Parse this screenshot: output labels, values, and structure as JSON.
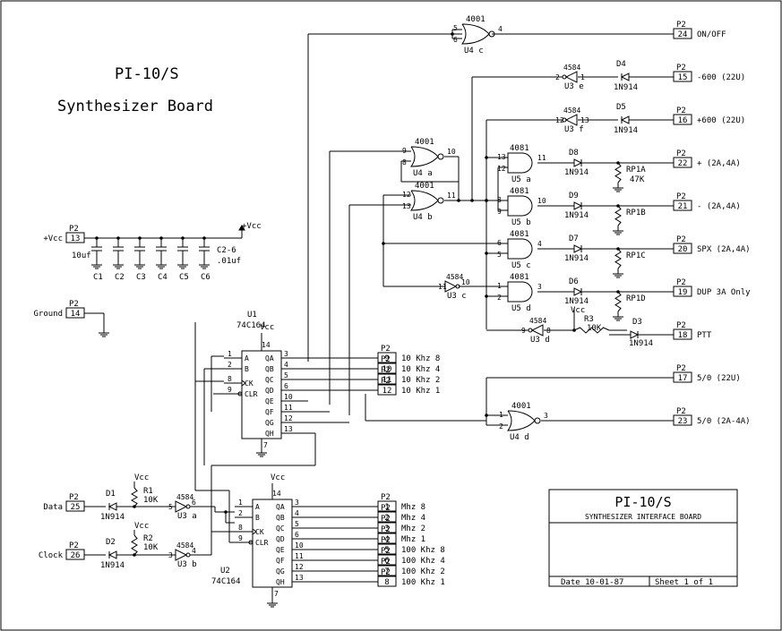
{
  "title": {
    "line1": "PI-10/S",
    "line2": "Synthesizer Board"
  },
  "title_block": {
    "name": "PI-10/S",
    "subtitle": "SYNTHESIZER INTERFACE BOARD",
    "date": "Date 10-01-87",
    "sheet": "Sheet 1 of 1"
  },
  "connector": "P2",
  "top_outputs": [
    {
      "pin": "24",
      "label": "ON/OFF"
    },
    {
      "pin": "15",
      "label": "-600 (22U)"
    },
    {
      "pin": "16",
      "label": "+600 (22U)"
    },
    {
      "pin": "22",
      "label": "+ (2A,4A)"
    },
    {
      "pin": "21",
      "label": "- (2A,4A)"
    },
    {
      "pin": "20",
      "label": "SPX (2A,4A)"
    },
    {
      "pin": "19",
      "label": "DUP 3A Only"
    },
    {
      "pin": "18",
      "label": "PTT"
    },
    {
      "pin": "17",
      "label": "5/0 (22U)"
    },
    {
      "pin": "23",
      "label": "5/0 (2A-4A)"
    }
  ],
  "u1_outputs": [
    {
      "pin": "9",
      "label": "10 Khz 8"
    },
    {
      "pin": "10",
      "label": "10 Khz 4"
    },
    {
      "pin": "11",
      "label": "10 Khz 2"
    },
    {
      "pin": "12",
      "label": "10 Khz 1"
    }
  ],
  "u2_outputs": [
    {
      "pin": "1",
      "label": "Mhz 8"
    },
    {
      "pin": "2",
      "label": "Mhz 4"
    },
    {
      "pin": "3",
      "label": "Mhz 2"
    },
    {
      "pin": "4",
      "label": "Mhz 1"
    },
    {
      "pin": "5",
      "label": "100 Khz 8"
    },
    {
      "pin": "6",
      "label": "100 Khz 4"
    },
    {
      "pin": "7",
      "label": "100 Khz 2"
    },
    {
      "pin": "8",
      "label": "100 Khz 1"
    }
  ],
  "inputs": [
    {
      "pin": "25",
      "label": "Data"
    },
    {
      "pin": "26",
      "label": "Clock"
    }
  ],
  "power": {
    "pin": "13",
    "label": "+Vcc",
    "vcc": "Vcc",
    "vcc_right": "+Vcc",
    "c1": "10uf",
    "c26": "C2-6",
    "c26v": ".01uf"
  },
  "ground": {
    "pin": "14",
    "label": "Ground"
  },
  "caps": [
    "C1",
    "C2",
    "C3",
    "C4",
    "C5",
    "C6"
  ],
  "u1": {
    "name": "U1",
    "part": "74C164"
  },
  "u2": {
    "name": "U2",
    "part": "74C164"
  },
  "shift_pins_left": [
    "A",
    "B",
    "CK",
    "CLR"
  ],
  "shift_pins_right": [
    "QA",
    "QB",
    "QC",
    "QD",
    "QE",
    "QF",
    "QG",
    "QH"
  ],
  "shift_numbers_left": [
    "1",
    "2",
    "8",
    "9"
  ],
  "shift_numbers_right": [
    "3",
    "4",
    "5",
    "6",
    "10",
    "11",
    "12",
    "13"
  ],
  "pin14": "14",
  "pin7": "7",
  "gates": {
    "u4c": {
      "name": "U4 c",
      "part": "4001",
      "in1": "5",
      "in2": "6",
      "out": "4"
    },
    "u3e": {
      "name": "U3 e",
      "part": "4584",
      "in": "1",
      "out": "2"
    },
    "u3f": {
      "name": "U3 f",
      "part": "4584",
      "in": "13",
      "out": "12"
    },
    "u4a": {
      "name": "U4 a",
      "part": "4001",
      "in1": "9",
      "in2": "8",
      "out": "10"
    },
    "u4b": {
      "name": "U4 b",
      "part": "4001",
      "in1": "12",
      "in2": "13",
      "out": "11"
    },
    "u5a": {
      "name": "U5 a",
      "part": "4081",
      "in1": "13",
      "in2": "12",
      "out": "11"
    },
    "u5b": {
      "name": "U5 b",
      "part": "4081",
      "in1": "8",
      "in2": "9",
      "out": "10"
    },
    "u5c": {
      "name": "U5 c",
      "part": "4081",
      "in1": "6",
      "in2": "5",
      "out": "4"
    },
    "u5d": {
      "name": "U5 d",
      "part": "4081",
      "in1": "1",
      "in2": "2",
      "out": "3"
    },
    "u3c": {
      "name": "U3 c",
      "part": "4584",
      "in": "11",
      "out": "10"
    },
    "u3d": {
      "name": "U3 d",
      "part": "4584",
      "in": "8",
      "out": "9"
    },
    "u4d": {
      "name": "U4 d",
      "part": "4001",
      "in1": "1",
      "in2": "2",
      "out": "3"
    },
    "u3a": {
      "name": "U3 a",
      "part": "4584",
      "in": "5",
      "out": "6"
    },
    "u3b": {
      "name": "U3 b",
      "part": "4584",
      "in": "3",
      "out": "4"
    }
  },
  "diodes": [
    {
      "name": "D4",
      "part": "1N914"
    },
    {
      "name": "D5",
      "part": "1N914"
    },
    {
      "name": "D8",
      "part": "1N914"
    },
    {
      "name": "D9",
      "part": "1N914"
    },
    {
      "name": "D7",
      "part": "1N914"
    },
    {
      "name": "D6",
      "part": "1N914"
    },
    {
      "name": "D3",
      "part": "1N914"
    },
    {
      "name": "D1",
      "part": "1N914"
    },
    {
      "name": "D2",
      "part": "1N914"
    }
  ],
  "resistors": [
    {
      "name": "RP1A",
      "value": "47K"
    },
    {
      "name": "RP1B"
    },
    {
      "name": "RP1C"
    },
    {
      "name": "RP1D"
    },
    {
      "name": "R3",
      "value": "10K",
      "vcc": "Vcc"
    },
    {
      "name": "R1",
      "value": "10K",
      "vcc": "Vcc"
    },
    {
      "name": "R2",
      "value": "10K",
      "vcc": "Vcc"
    }
  ]
}
